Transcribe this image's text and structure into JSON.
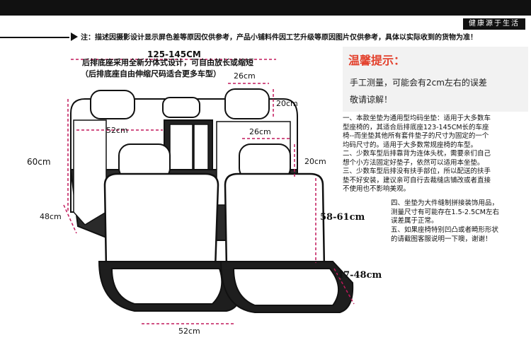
{
  "header": {
    "slogan": "健康源于生活"
  },
  "notice": "注：描述因摄影设计显示屏色差等原因仅供参考，产品小铺料件因工艺升级等原因图片仅供参考，具体以实际收到的货物为准！",
  "dimensions": {
    "rear_width": "125-145CM",
    "rear_note_1": "后排底座采用全新分体式设计，可自由放长或缩短",
    "rear_note_2": "（后排底座自由伸缩尺码适合更多车型）",
    "headrest_width_top": "26cm",
    "headrest_height_top": "20cm",
    "rear_back_width": "52cm",
    "headrest_width_front": "26cm",
    "headrest_height_front": "20cm",
    "rear_height": "60cm",
    "rear_base_depth": "48cm",
    "front_back_height": "58-61cm",
    "front_base_depth": "47-48cm",
    "front_base_width": "52cm"
  },
  "warning": {
    "title": "温馨提示：",
    "line1": "手工测量，可能会有2cm左右的误差",
    "line2": "敬请谅解！"
  },
  "notes": [
    "一、本款坐垫为通用型均码坐垫：适用于大多数车",
    "型座椅的，其适合后排底座123-145CM长的车座",
    "椅--而坐垫其他所有套件垫子的尺寸为固定的一个",
    "均码尺寸的。适用于大多数常规座椅的车型。",
    "二、少数车型后排靠背为连体头枕，需要亲们自己",
    "想个小方法固定好垫子，依然可以适用本坐垫。",
    "三、少数车型后排没有扶手部位，所以配送的扶手",
    "垫不好安装，建议亲可自行去裁缝店铺改或者直接",
    "不使用也不影响美观。"
  ],
  "notes2": [
    "四、坐垫为大件缝制拼接装饰用品，",
    "测量尺寸有可能存在1.5-2.5CM左右",
    "误差属于正常。"
  ],
  "notes3": [
    "五、如果座椅特别凹凸或者畸形形状",
    "的请截图客服说明一下噢，谢谢！"
  ],
  "colors": {
    "accent": "#e3412d",
    "dim_line": "#c2185b",
    "dark": "#111111"
  }
}
